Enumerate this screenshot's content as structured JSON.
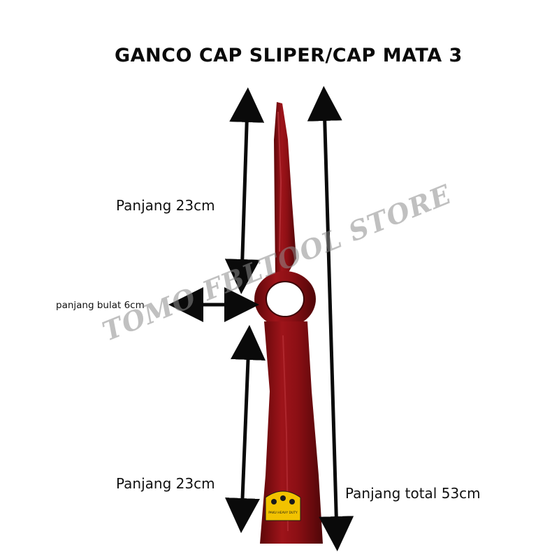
{
  "title": "GANCO CAP SLIPER/CAP MATA 3",
  "labels": {
    "top_length": "Panjang 23cm",
    "bottom_length": "Panjang 23cm",
    "round_length": "panjang bulat 6cm",
    "total_length": "Panjang total 53cm"
  },
  "watermark": "TOMO FBLTOOL STORE",
  "sticker_text": "PAKU HEAVY DUTY",
  "colors": {
    "pickaxe": "#8b0f14",
    "arrow": "#0a0a0a",
    "sticker": "#f2c200",
    "background": "#ffffff"
  }
}
